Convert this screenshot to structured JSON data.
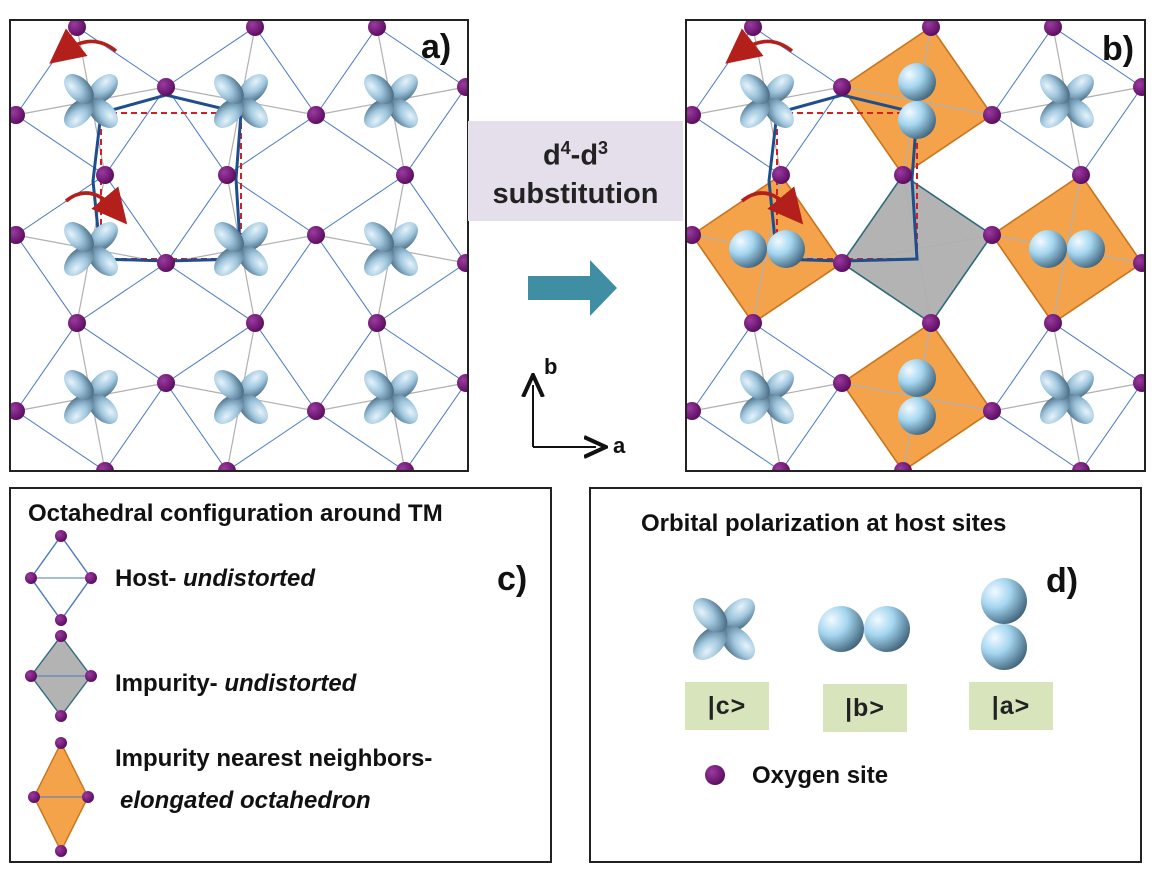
{
  "panels": {
    "a": {
      "label": "a)"
    },
    "b": {
      "label": "b)"
    },
    "c": {
      "label": "c)"
    },
    "d": {
      "label": "d)"
    }
  },
  "substitution": {
    "line1_base": "d",
    "line1_sup1": "4",
    "line1_dash": "-d",
    "line1_sup2": "3",
    "line2": "substitution"
  },
  "axes": {
    "b": "b",
    "a": "a"
  },
  "legend_c": {
    "title": "Octahedral configuration around TM",
    "host_prefix": "Host- ",
    "host_em": "undistorted",
    "impurity_prefix": "Impurity- ",
    "impurity_em": "undistorted",
    "nn_line1": "Impurity nearest neighbors-",
    "nn_line2": "elongated  octahedron"
  },
  "legend_d": {
    "title": "Orbital polarization at host sites",
    "kets": [
      "|c>",
      "|b>",
      "|a>"
    ],
    "oxygen_label": "Oxygen site"
  },
  "colors": {
    "oxygen": "#6a0f6e",
    "orange": "#f5a34a",
    "gray": "#b3b3b3",
    "dashed_red": "#d31f1f",
    "bond_blue": "#1f4e8c",
    "arrow_teal": "#3f8ea3",
    "rotation_red": "#b3201b"
  }
}
